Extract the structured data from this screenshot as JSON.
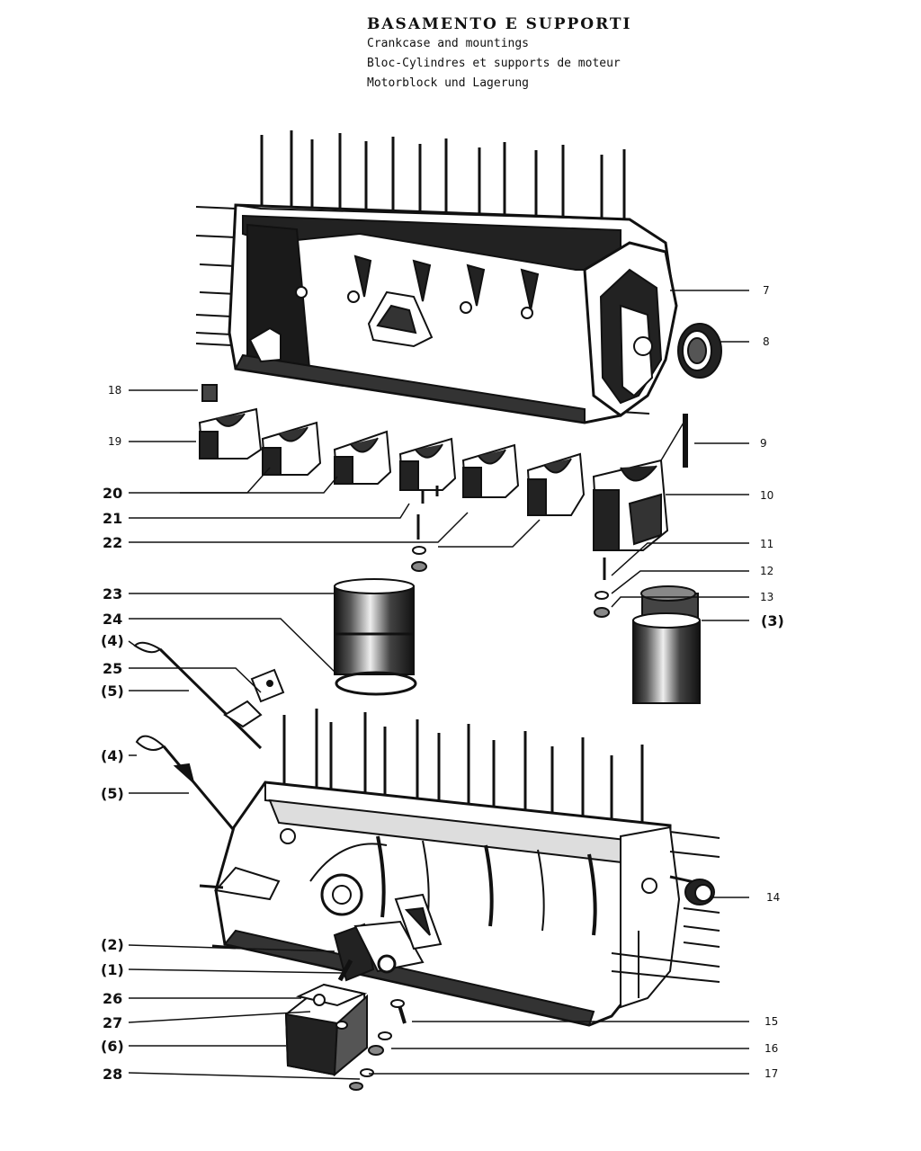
{
  "titles": {
    "main": "BASAMENTO E SUPPORTI",
    "en": "Crankcase and mountings",
    "fr": "Bloc-Cylindres et supports de moteur",
    "de": "Motorblock und Lagerung"
  },
  "callouts": {
    "c7": "7",
    "c8": "8",
    "c18": "18",
    "c19": "19",
    "c9": "9",
    "c20": "20",
    "c10": "10",
    "c21": "21",
    "c22": "22",
    "c11": "11",
    "c12": "12",
    "c13": "13",
    "c23": "23",
    "c3": "(3)",
    "c24": "24",
    "c4a": "(4)",
    "c25": "25",
    "c5a": "(5)",
    "c4b": "(4)",
    "c5b": "(5)",
    "c14": "14",
    "c2": "(2)",
    "c1": "(1)",
    "c26": "26",
    "c27": "27",
    "c6": "(6)",
    "c28": "28",
    "c15": "15",
    "c16": "16",
    "c17": "17"
  }
}
